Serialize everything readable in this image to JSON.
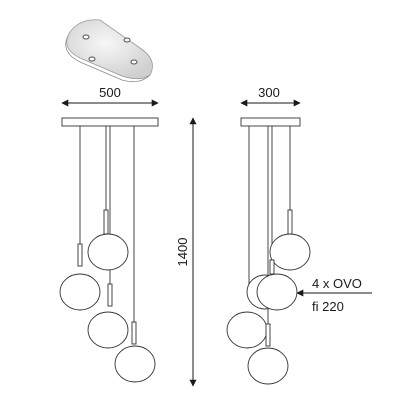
{
  "diagram": {
    "dimensions": {
      "width": "500",
      "depth": "300",
      "height": "1400"
    },
    "annotation": {
      "line1": "4 x OVO",
      "line2": "fi 220"
    }
  },
  "colors": {
    "stroke": "#333333",
    "plate_fill": "#e9e9e9",
    "plate_edge": "#9a9a9a",
    "globe_fill": "#ffffff",
    "dark_stroke": "#1a1a1a"
  }
}
